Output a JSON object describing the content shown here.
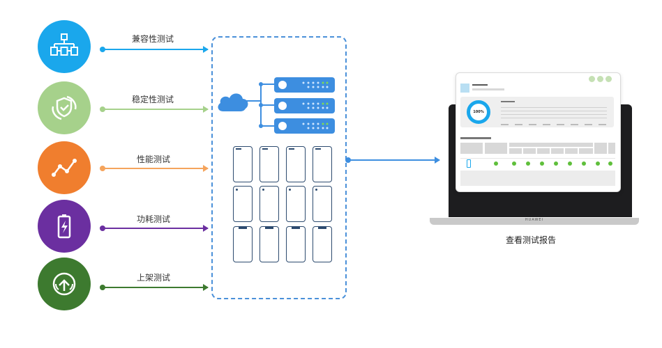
{
  "categories": [
    {
      "label": "兼容性测试",
      "icon": "flowchart-icon",
      "color": "#1aa7ec"
    },
    {
      "label": "稳定性测试",
      "icon": "shield-refresh-icon",
      "color": "#a6d18b"
    },
    {
      "label": "性能测试",
      "icon": "line-trend-icon",
      "color": "#f07e2e"
    },
    {
      "label": "功耗测试",
      "icon": "battery-charge-icon",
      "color": "#6b2fa0"
    },
    {
      "label": "上架测试",
      "icon": "upload-cloud-icon",
      "color": "#3d7a2f"
    }
  ],
  "report": {
    "progress_label": "100%",
    "laptop_brand": "HUAWEI"
  },
  "caption": "查看测试报告",
  "accent_color": "#3d8ee0"
}
